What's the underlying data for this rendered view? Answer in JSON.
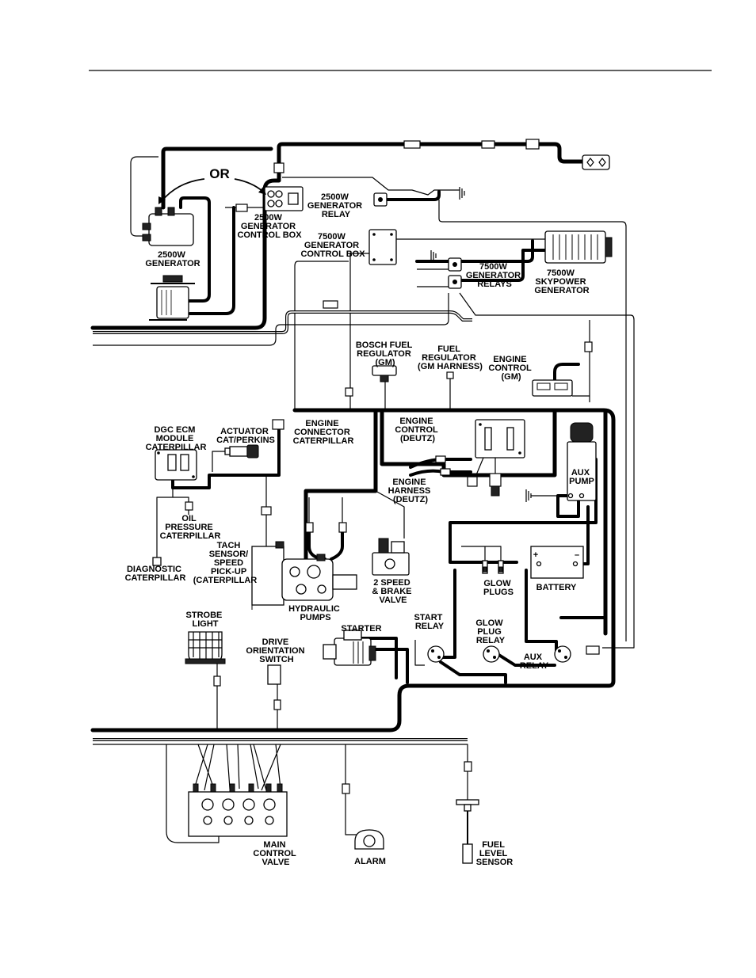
{
  "labels": {
    "or": "OR",
    "gen2500": [
      "2500W",
      "GENERATOR"
    ],
    "gen2500_control_box": [
      "2500W",
      "GENERATOR",
      "CONTROL BOX"
    ],
    "gen2500_relay": [
      "2500W",
      "GENERATOR",
      "RELAY"
    ],
    "gen7500_control_box": [
      "7500W",
      "GENERATOR",
      "CONTROL BOX"
    ],
    "gen7500_relays": [
      "7500W",
      "GENERATOR",
      "RELAYS"
    ],
    "skypower": [
      "7500W",
      "SKYPOWER",
      "GENERATOR"
    ],
    "bosch_fuel_regulator": [
      "BOSCH FUEL",
      "REGULATOR",
      "(GM)"
    ],
    "fuel_regulator_gm": [
      "FUEL",
      "REGULATOR",
      "(GM HARNESS)"
    ],
    "engine_control_gm": [
      "ENGINE",
      "CONTROL",
      "(GM)"
    ],
    "dgc_ecm": [
      "DGC ECM",
      "MODULE",
      "CATERPILLAR"
    ],
    "actuator": [
      "ACTUATOR",
      "CAT/PERKINS"
    ],
    "engine_connector": [
      "ENGINE",
      "CONNECTOR",
      "CATERPILLAR"
    ],
    "engine_control_deutz": [
      "ENGINE",
      "CONTROL",
      "(DEUTZ)"
    ],
    "engine_harness_deutz": [
      "ENGINE",
      "HARNESS",
      "(DEUTZ)"
    ],
    "aux_pump": [
      "AUX",
      "PUMP"
    ],
    "oil_pressure": [
      "OIL",
      "PRESSURE",
      "CATERPILLAR"
    ],
    "diagnostic": [
      "DIAGNOSTIC",
      "CATERPILLAR"
    ],
    "tach_sensor": [
      "TACH",
      "SENSOR/",
      "SPEED",
      "PICK-UP",
      "(CATERPILLAR"
    ],
    "hydraulic_pumps": [
      "HYDRAULIC",
      "PUMPS"
    ],
    "two_speed_valve": [
      "2 SPEED",
      "& BRAKE",
      "VALVE"
    ],
    "glow_plugs": [
      "GLOW",
      "PLUGS"
    ],
    "battery": "BATTERY",
    "battery_plus": "+",
    "battery_minus": "–",
    "strobe_light": [
      "STROBE",
      "LIGHT"
    ],
    "drive_orientation_switch": [
      "DRIVE",
      "ORIENTATION",
      "SWITCH"
    ],
    "starter": "STARTER",
    "start_relay": [
      "START",
      "RELAY"
    ],
    "glow_plug_relay": [
      "GLOW",
      "PLUG",
      "RELAY"
    ],
    "aux_relay": [
      "AUX",
      "RELAY"
    ],
    "main_control_valve": [
      "MAIN",
      "CONTROL",
      "VALVE"
    ],
    "alarm": "ALARM",
    "fuel_level_sensor": [
      "FUEL",
      "LEVEL",
      "SENSOR"
    ]
  }
}
